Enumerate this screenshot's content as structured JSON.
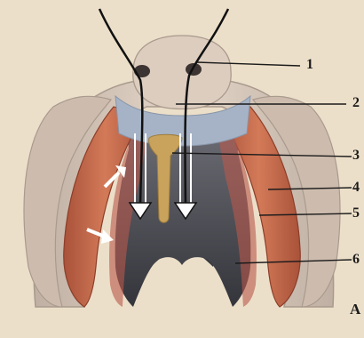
{
  "figure": {
    "panel_letter": "A",
    "callouts": [
      {
        "id": "1",
        "label": "1"
      },
      {
        "id": "2",
        "label": "2"
      },
      {
        "id": "3",
        "label": "3"
      },
      {
        "id": "4",
        "label": "4"
      },
      {
        "id": "5",
        "label": "5"
      },
      {
        "id": "6",
        "label": "6"
      }
    ]
  },
  "colors": {
    "background": "#ecdfc9",
    "skin": "#d7c7b8",
    "skin_dark": "#a99a8e",
    "muscle": "#c96a4c",
    "muscle_dark": "#9c4a33",
    "cavity": "#4a4a52",
    "tongue": "#c9a35c",
    "pad": "#a6b3c6",
    "arrow": "#ffffff",
    "line": "#1b1b1b"
  }
}
